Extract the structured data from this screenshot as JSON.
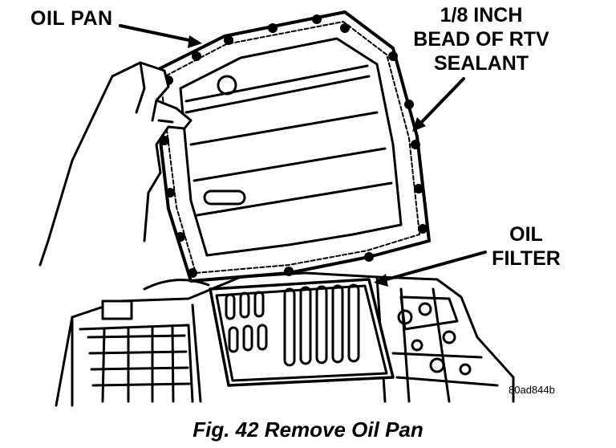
{
  "labels": {
    "oil_pan": "OIL PAN",
    "sealant": [
      "1/8 INCH",
      "BEAD OF RTV",
      "SEALANT"
    ],
    "oil_filter": [
      "OIL",
      "FILTER"
    ]
  },
  "figure_code": "80ad844b",
  "caption": "Fig. 42 Remove Oil Pan"
}
